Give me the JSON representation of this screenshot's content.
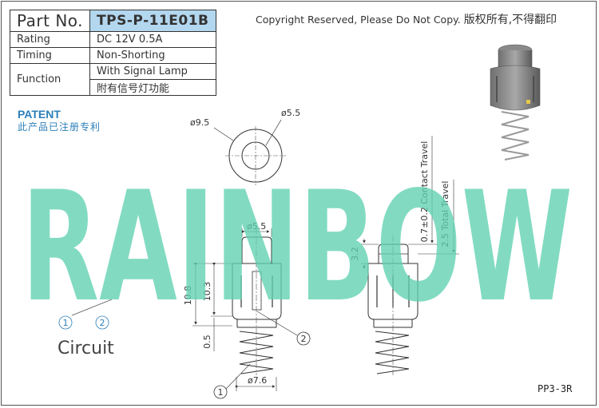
{
  "spec_table": {
    "part_no_label": "Part No.",
    "part_no_value": "TPS-P-11E01B",
    "rows": [
      {
        "label": "Rating",
        "value": "DC 12V 0.5A"
      },
      {
        "label": "Timing",
        "value": "Non-Shorting"
      }
    ],
    "function_label": "Function",
    "function_values": [
      "With Signal Lamp",
      "附有信号灯功能"
    ]
  },
  "copyright": {
    "en": "Copyright Reserved, Please Do Not Copy.",
    "cn": "版权所有,不得翻印"
  },
  "patent": {
    "en": "PATENT",
    "cn": "此产品已注册专利"
  },
  "watermark": {
    "text": "RAINBOW",
    "color": "#5fd1b0"
  },
  "drawing": {
    "top_view": {
      "outer_dia": "ø9.5",
      "inner_dia": "ø5.5"
    },
    "front_view": {
      "cap_dia": "ø5.5",
      "height_total": "10.8",
      "height_body": "10.3",
      "height_spring": "0.5",
      "spring_dia": "ø7.6"
    },
    "side_view": {
      "cap_height": "3.2",
      "contact_travel": "0.7±0.2 Contact Travel",
      "total_travel": "2.5 Total Travel"
    },
    "markers": {
      "one": "1",
      "two": "2"
    }
  },
  "circuit": {
    "label": "Circuit",
    "pin1": "1",
    "pin2": "2"
  },
  "model_code": "PP3-3R"
}
